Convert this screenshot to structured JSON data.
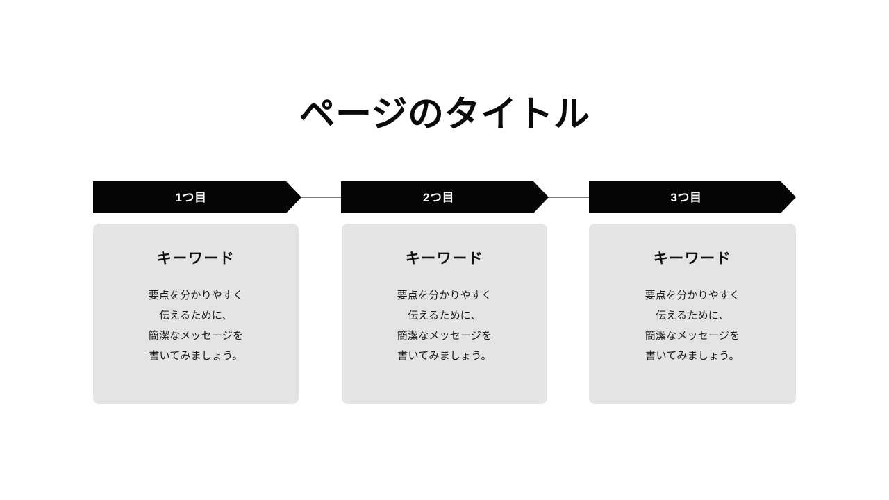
{
  "slide": {
    "background_color": "#ffffff",
    "title": "ページのタイトル"
  },
  "theme": {
    "chevron_color": "#050505",
    "chevron_label_color": "#ffffff",
    "connector_color": "#7d7d7d",
    "card_color": "#e4e4e4",
    "text_color": "#111111"
  },
  "steps": [
    {
      "label": "1つ目",
      "card": {
        "heading": "キーワード",
        "body_lines": [
          "要点を分かりやすく",
          "伝えるために、",
          "簡潔なメッセージを",
          "書いてみましょう。"
        ]
      }
    },
    {
      "label": "2つ目",
      "card": {
        "heading": "キーワード",
        "body_lines": [
          "要点を分かりやすく",
          "伝えるために、",
          "簡潔なメッセージを",
          "書いてみましょう。"
        ]
      }
    },
    {
      "label": "3つ目",
      "card": {
        "heading": "キーワード",
        "body_lines": [
          "要点を分かりやすく",
          "伝えるために、",
          "簡潔なメッセージを",
          "書いてみましょう。"
        ]
      }
    }
  ]
}
